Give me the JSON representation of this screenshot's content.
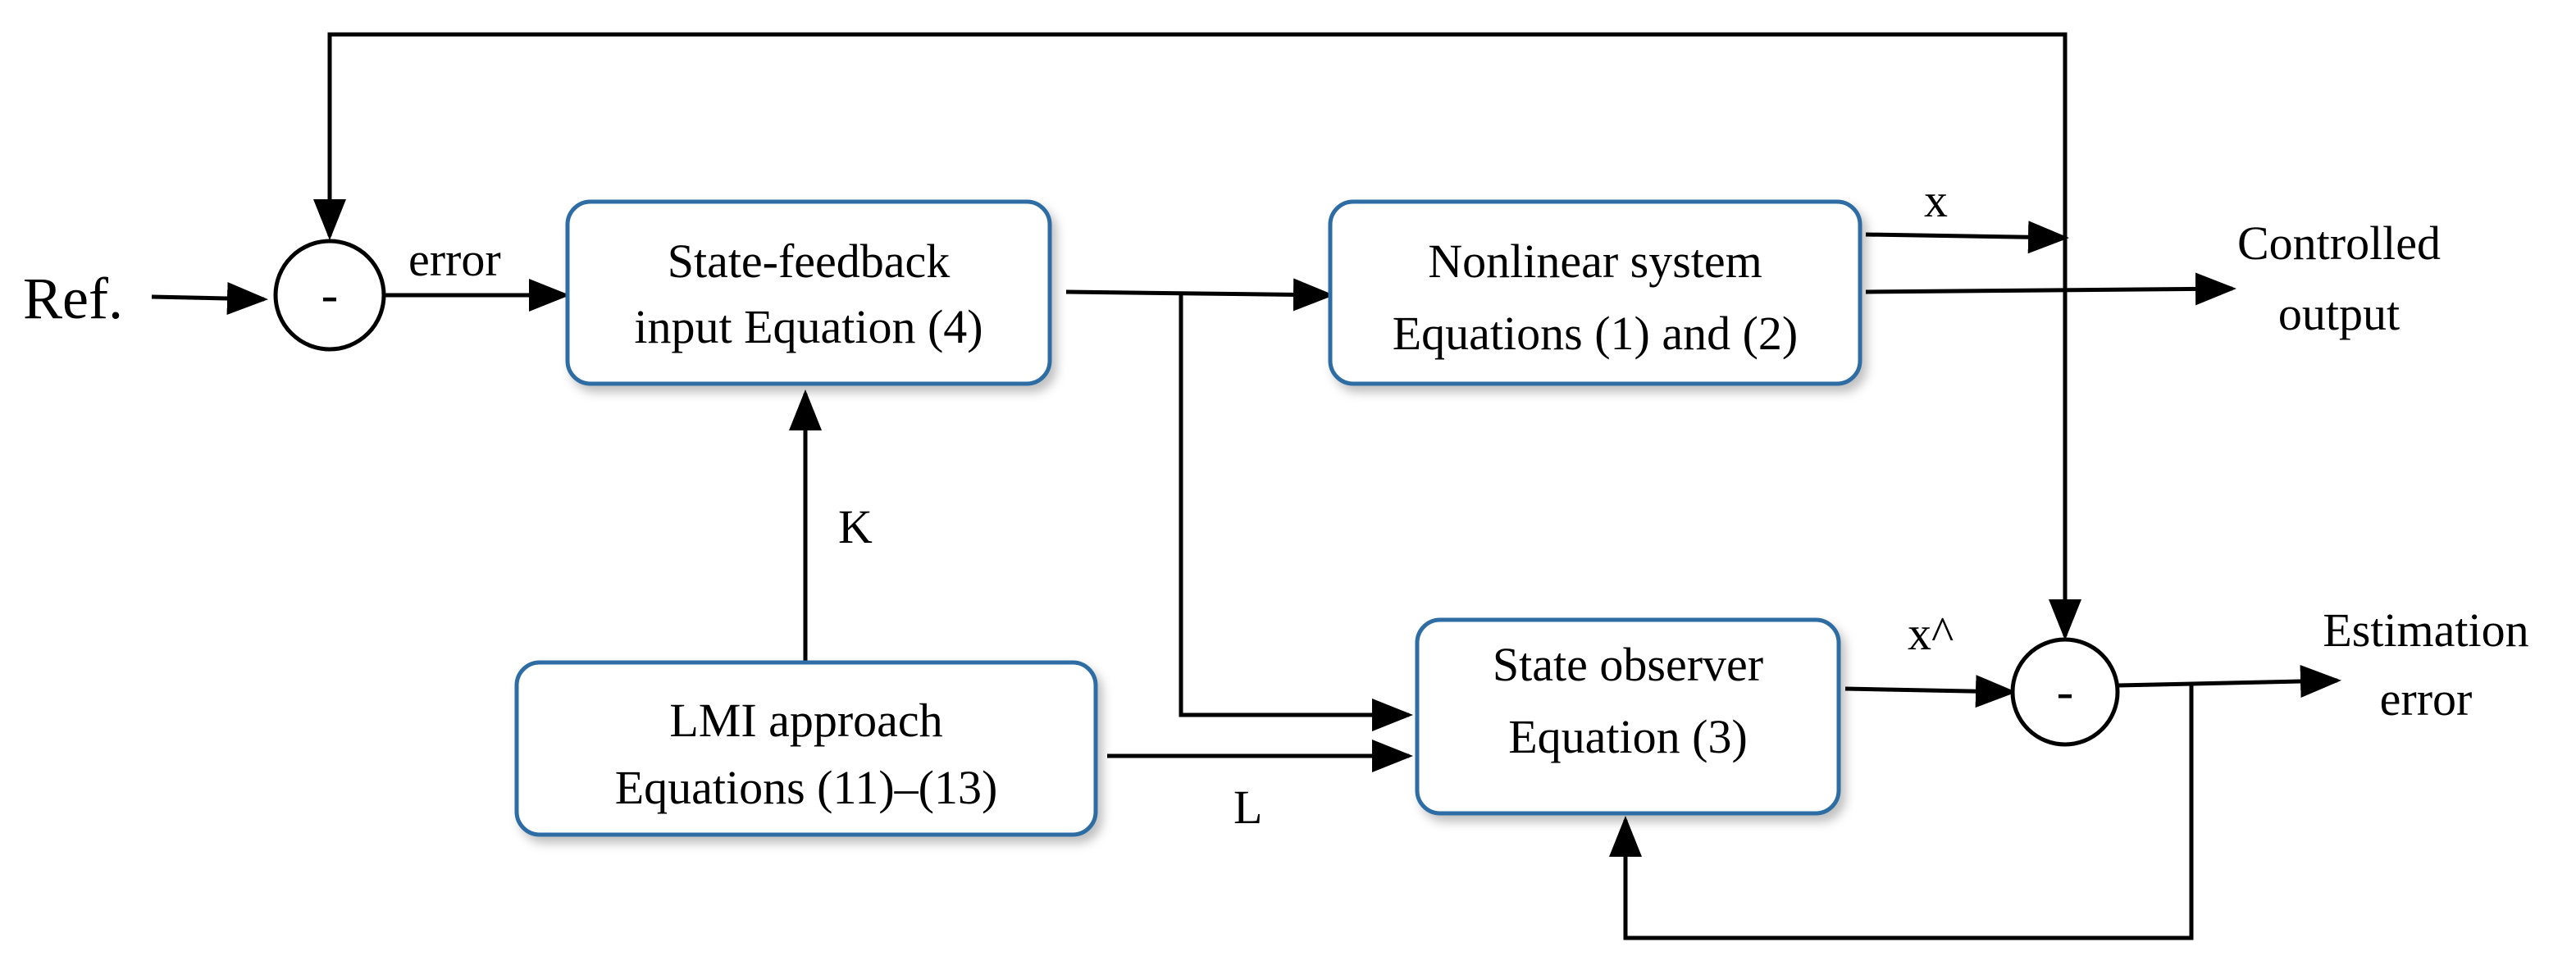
{
  "blocks": {
    "state_feedback": {
      "line1": "State-feedback",
      "line2": "input Equation (4)"
    },
    "nonlinear_system": {
      "line1": "Nonlinear system",
      "line2": "Equations (1) and (2)"
    },
    "lmi": {
      "line1": "LMI approach",
      "line2": "Equations (11)–(13)"
    },
    "observer": {
      "line1": "State observer",
      "line2": "Equation  (3)"
    }
  },
  "summers": {
    "input_sign": "-",
    "estimation_sign": "-"
  },
  "signals": {
    "reference": "Ref.",
    "error": "error",
    "state": "x",
    "state_estimate": "x^",
    "gain_k": "K",
    "gain_l": "L",
    "controlled_output_line1": "Controlled",
    "controlled_output_line2": "output",
    "estimation_error_line1": "Estimation",
    "estimation_error_line2": "error"
  },
  "colors": {
    "block_border": "#2e6da4",
    "line": "#000000",
    "background": "#ffffff"
  }
}
